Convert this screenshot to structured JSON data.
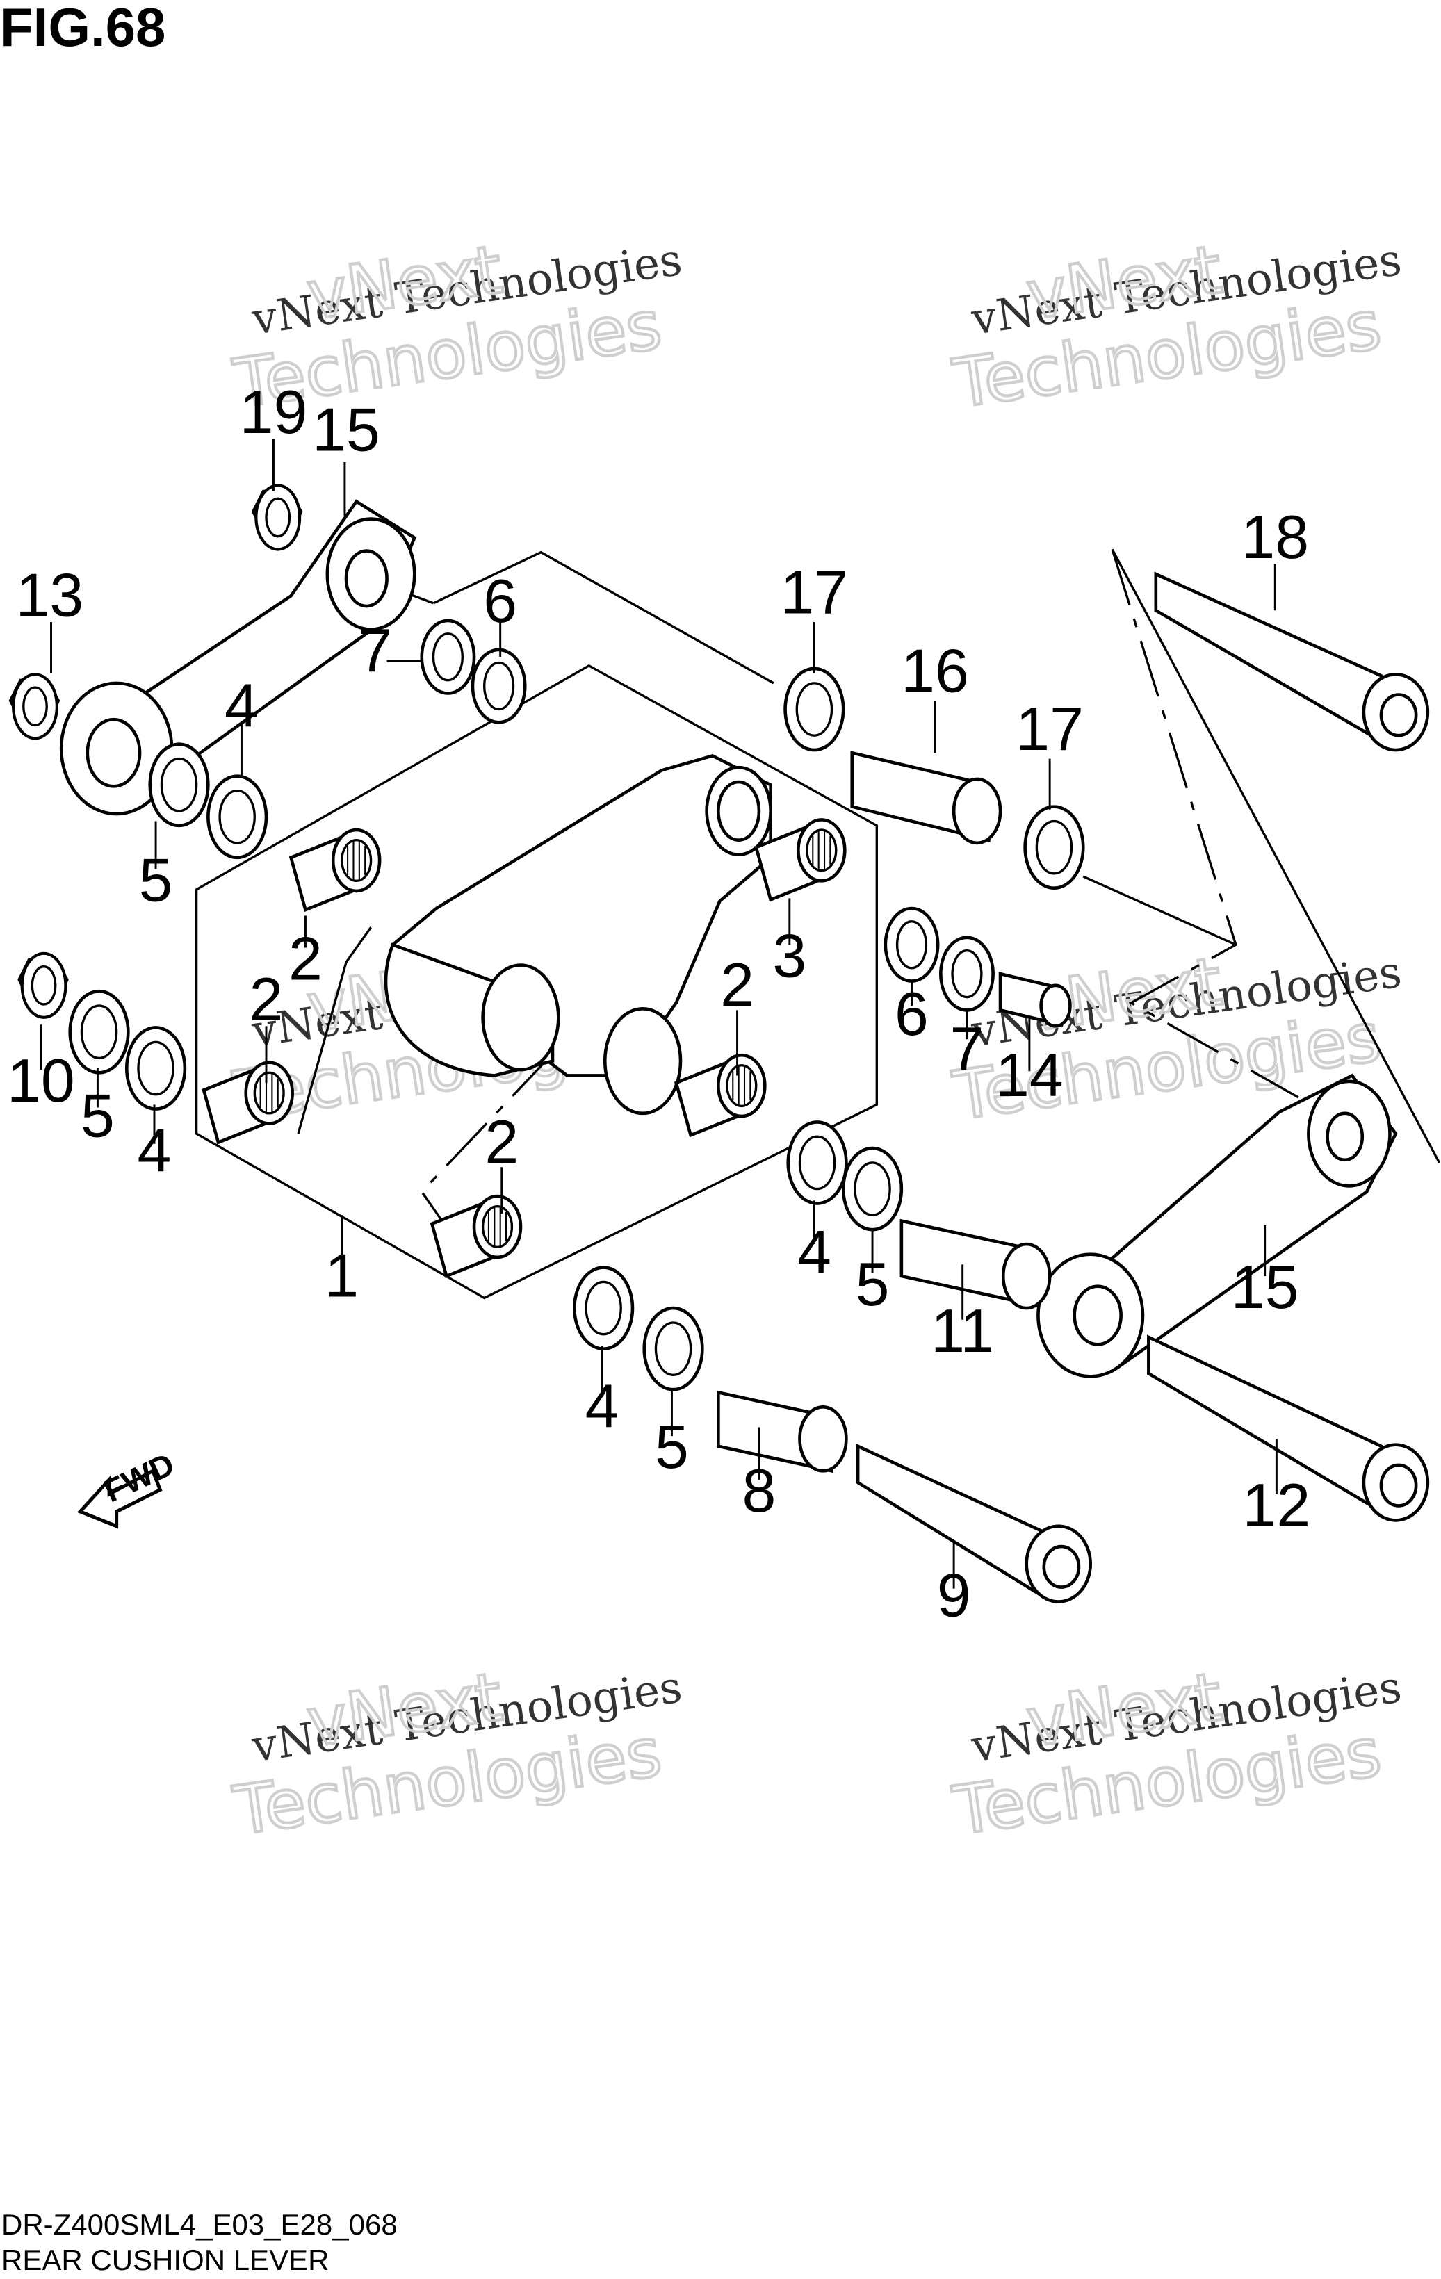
{
  "figure": {
    "title": "FIG.68"
  },
  "footer": {
    "code": "DR-Z400SML4_E03_E28_068",
    "name": "REAR CUSHION LEVER"
  },
  "fwd_label": "FWD",
  "watermarks": [
    {
      "line1": "vNext Technologies",
      "line2": "Technologies",
      "line3": "vNext"
    },
    {
      "line1": "vNext Technologies",
      "line2": "Technologies",
      "line3": "vNext"
    },
    {
      "line1": "vNext Technologies",
      "line2": "Technologies",
      "line3": "vNext"
    },
    {
      "line1": "vNext Technologies",
      "line2": "Technologies",
      "line3": "vNext"
    },
    {
      "line1": "vNext Technologies",
      "line2": "Technologies",
      "line3": "vNext"
    },
    {
      "line1": "vNext Technologies",
      "line2": "Technologies",
      "line3": "vNext"
    }
  ],
  "callouts": {
    "c1": "1",
    "c2a": "2",
    "c2b": "2",
    "c2c": "2",
    "c2d": "2",
    "c3": "3",
    "c4a": "4",
    "c4b": "4",
    "c4c": "4",
    "c4d": "4",
    "c5a": "5",
    "c5b": "5",
    "c5c": "5",
    "c5d": "5",
    "c6a": "6",
    "c6b": "6",
    "c7a": "7",
    "c7b": "7",
    "c8": "8",
    "c9": "9",
    "c10": "10",
    "c11": "11",
    "c12": "12",
    "c13": "13",
    "c14": "14",
    "c15a": "15",
    "c15b": "15",
    "c16": "16",
    "c17a": "17",
    "c17b": "17",
    "c18": "18",
    "c19": "19"
  }
}
